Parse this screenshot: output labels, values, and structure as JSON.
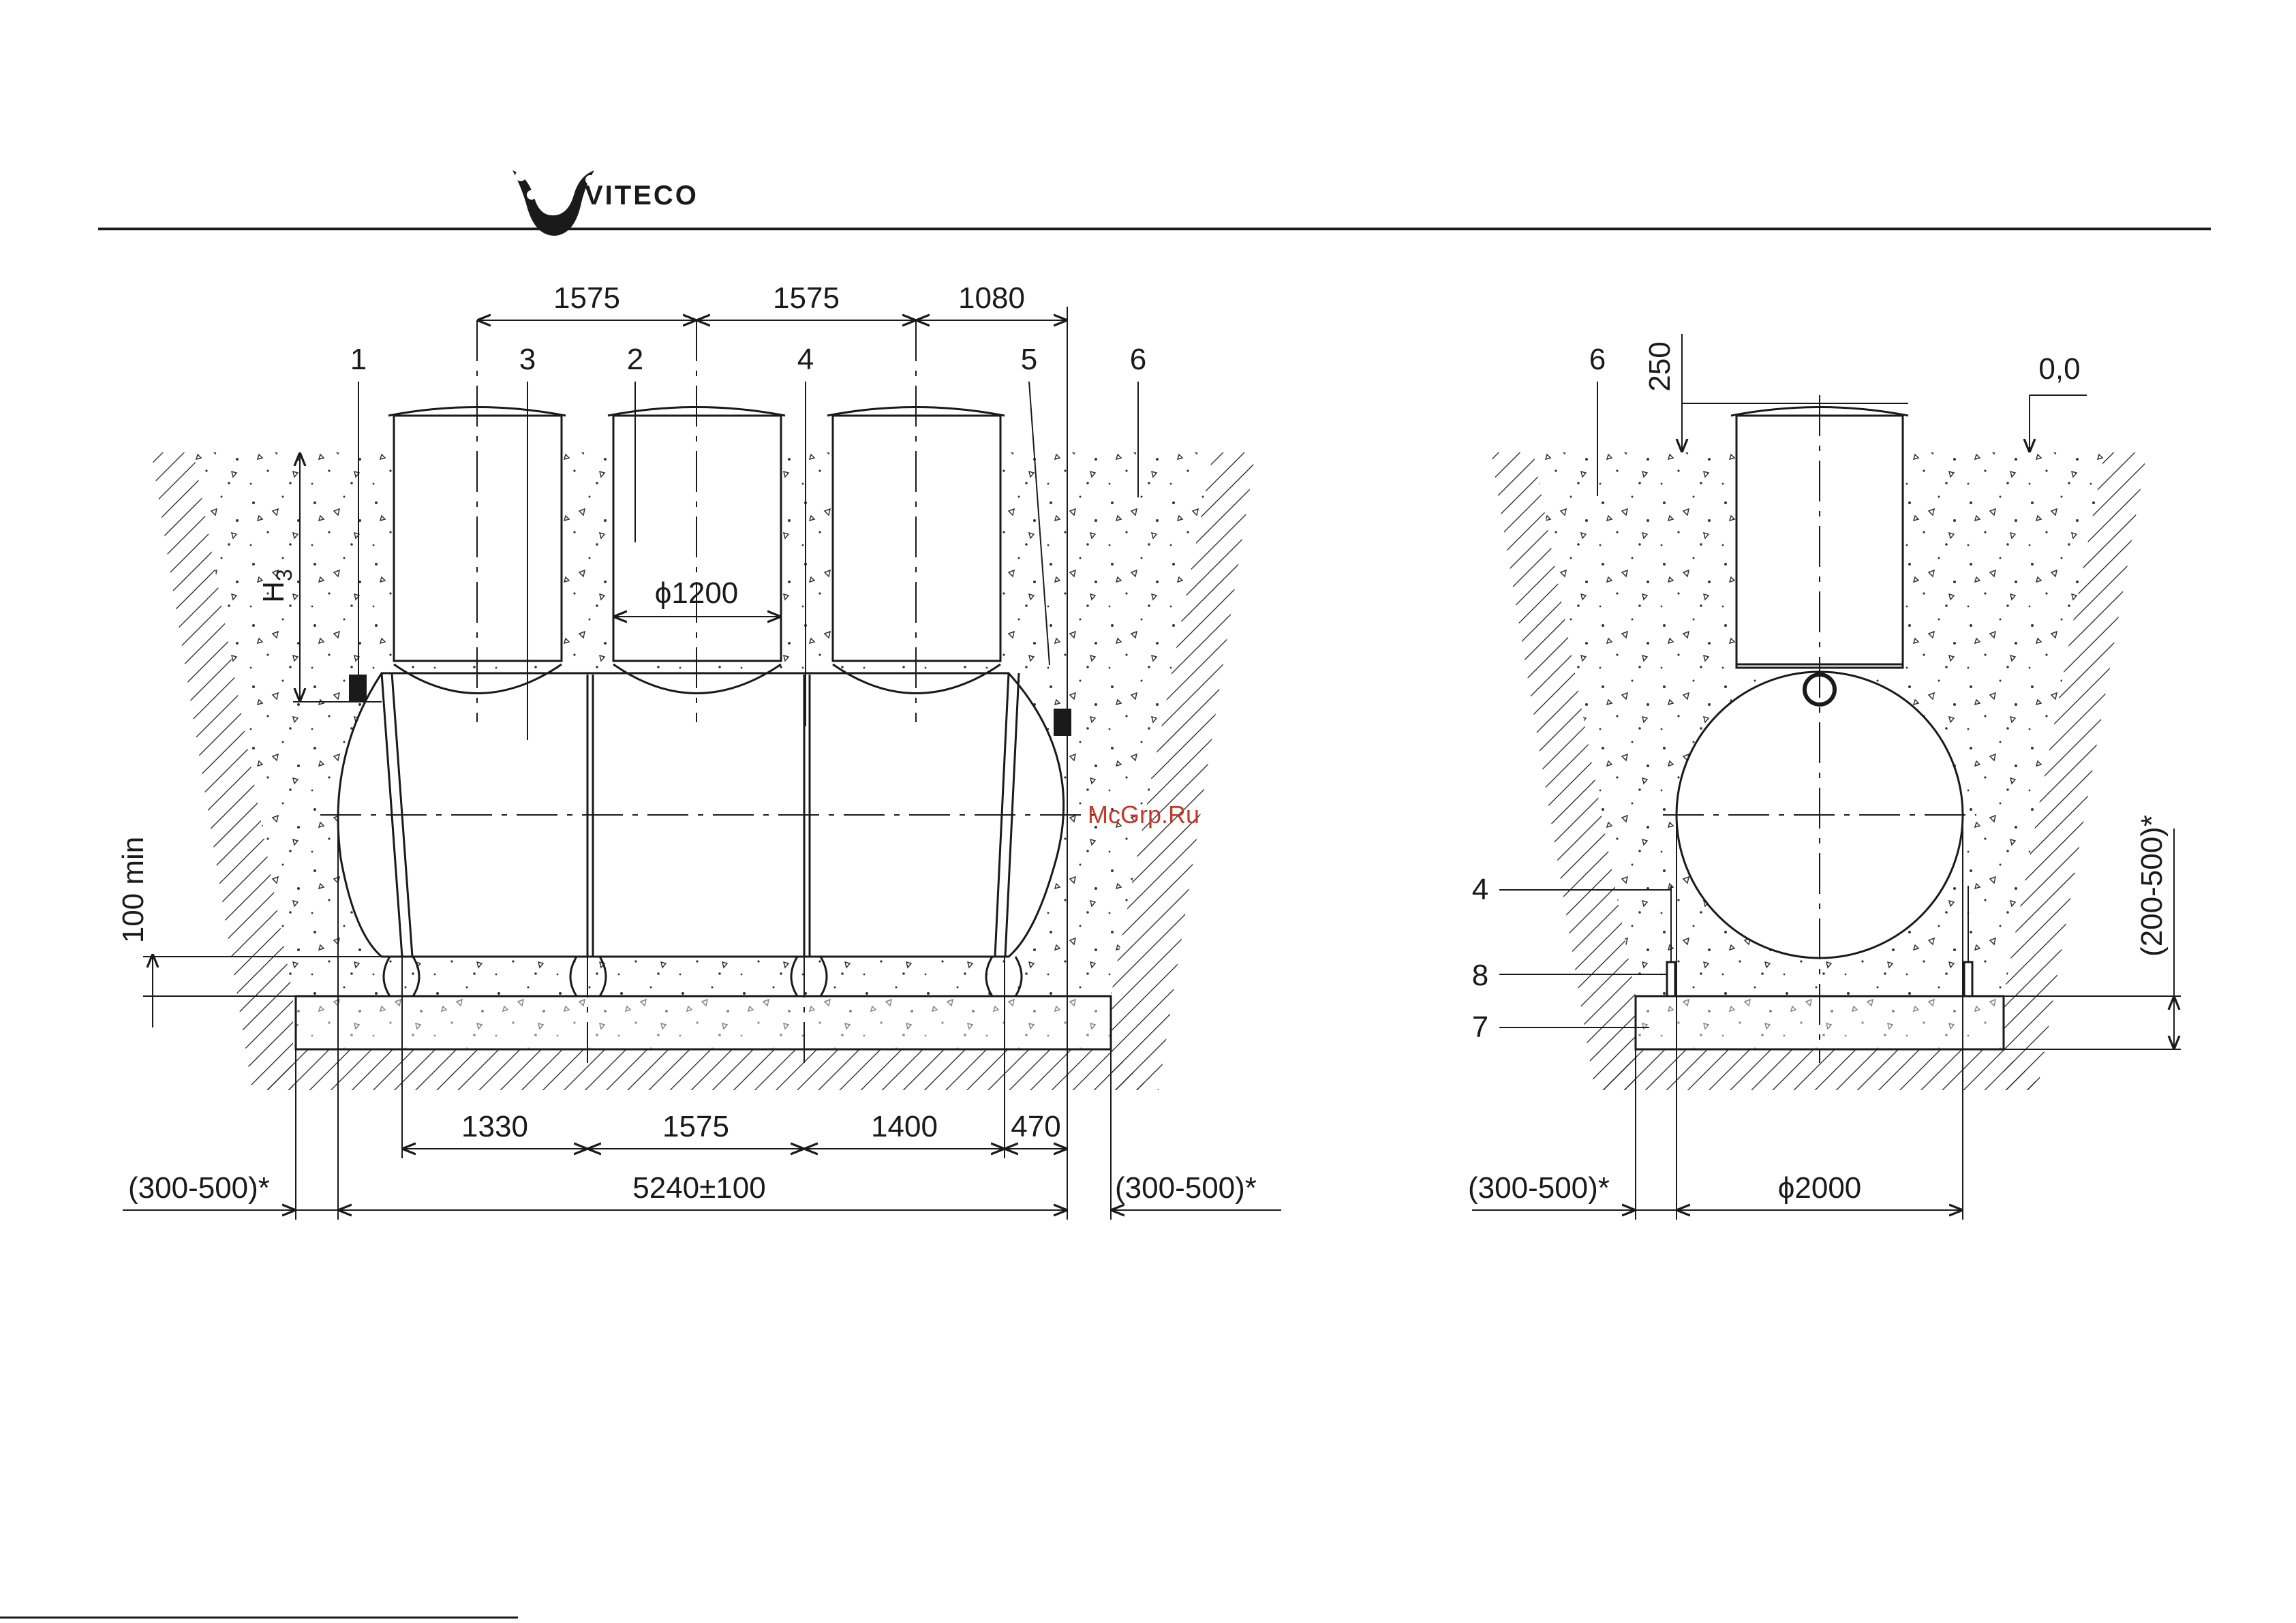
{
  "header": {
    "brand": "VITECO"
  },
  "watermark": "McGrp.Ru",
  "side_view": {
    "top_dims": [
      "1575",
      "1575",
      "1080"
    ],
    "callouts": [
      "1",
      "3",
      "2",
      "4",
      "5",
      "6"
    ],
    "neck_diameter": "ϕ1200",
    "depth_label": "H",
    "depth_sub": "3",
    "min_gap": "100 min",
    "bottom_dims": [
      "1330",
      "1575",
      "1400",
      "470"
    ],
    "overall_length": "5240±100",
    "left_clearance": "(300-500)*",
    "right_clearance": "(300-500)*"
  },
  "end_view": {
    "callout_top": "6",
    "neck_height": "250",
    "level": "0,0",
    "side_callouts": [
      "4",
      "8",
      "7"
    ],
    "base_thickness": "(200-500)*",
    "side_clearance": "(300-500)*",
    "tank_diameter": "ϕ2000"
  },
  "colors": {
    "line": "#1a1a1a",
    "watermark": "#c0392b"
  }
}
